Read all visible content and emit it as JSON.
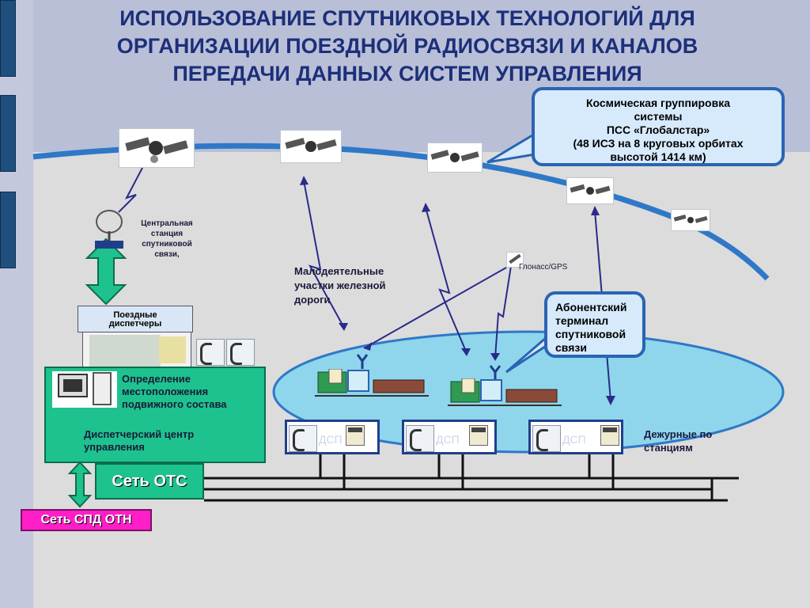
{
  "title": {
    "line1": "ИСПОЛЬЗОВАНИЕ СПУТНИКОВЫХ ТЕХНОЛОГИЙ ДЛЯ",
    "line2": "ОРГАНИЗАЦИИ ПОЕЗДНОЙ РАДИОСВЯЗИ И КАНАЛОВ",
    "line3": "ПЕРЕДАЧИ  ДАННЫХ  СИСТЕМ УПРАВЛЕНИЯ"
  },
  "constellation_callout": {
    "line1": "Космическая группировка",
    "line2": "системы",
    "line3": "ПСС «Глобалстар»",
    "line4": "(48 ИСЗ на 8 круговых орбитах",
    "line5": "высотой 1414 км)"
  },
  "terminal_callout": {
    "line1": "Абонентский",
    "line2": "терминал",
    "line3": "спутниковой",
    "line4": "связи"
  },
  "central_station": {
    "line1": "Центральная",
    "line2": "станция",
    "line3": "спутниковой",
    "line4": "связи,"
  },
  "low_activity": {
    "line1": "Малодеятельные",
    "line2": "участки железной",
    "line3": "дороги"
  },
  "glonass_label": "Глонасс/GPS",
  "dispatchers": {
    "line1": "Поездные",
    "line2": "диспетчеры"
  },
  "positioning": {
    "line1": "Определение",
    "line2": "местоположения",
    "line3": "подвижного состава"
  },
  "dispatch_center": {
    "line1": "Диспетчерский центр",
    "line2": "управления"
  },
  "station_duty": {
    "line1": "Дежурные по",
    "line2": "станциям"
  },
  "station_faint": [
    "ДСП",
    "ДСП",
    "ДСП"
  ],
  "ots_label": "Сеть ОТС",
  "spd_label": "Сеть СПД ОТН",
  "colors": {
    "title": "#1c2f7a",
    "orbit": "#2f78c8",
    "ellipse": "#8fd6ec",
    "arrow": "#2a2a8a",
    "green": "#1ec28e",
    "magenta": "#ff1ec8"
  }
}
